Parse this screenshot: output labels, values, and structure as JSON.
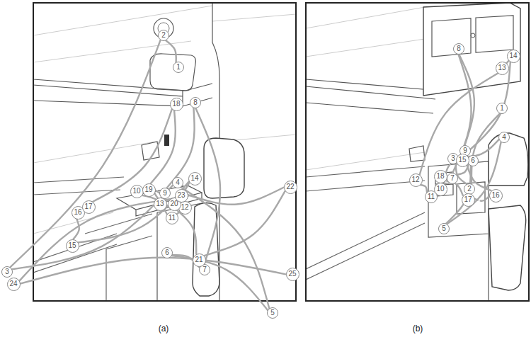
{
  "diagram": {
    "nodes": [
      {
        "text": [
          "1"
        ]
      },
      {
        "text": [
          "2"
        ]
      },
      {
        "text": [
          "3"
        ]
      },
      {
        "text": [
          "4"
        ]
      },
      {
        "text": [
          "5"
        ]
      },
      {
        "text": [
          "6"
        ]
      },
      {
        "text": [
          "7"
        ]
      },
      {
        "text": [
          "8"
        ]
      },
      {
        "text": [
          "9"
        ]
      },
      {
        "text": [
          "10"
        ]
      },
      {
        "text": [
          "11"
        ]
      },
      {
        "text": [
          "12"
        ]
      },
      {
        "text": [
          "13"
        ]
      },
      {
        "text": [
          "14"
        ]
      },
      {
        "text": [
          "15"
        ]
      },
      {
        "text": [
          "16"
        ]
      },
      {
        "text": [
          "17"
        ]
      },
      {
        "text": [
          "18"
        ]
      },
      {
        "text": [
          "19"
        ]
      },
      {
        "text": [
          "20"
        ]
      },
      {
        "text": [
          "21"
        ]
      },
      {
        "text": [
          "22"
        ]
      },
      {
        "text": [
          "23"
        ]
      },
      {
        "text": [
          "24"
        ]
      },
      {
        "text": [
          "25"
        ]
      },
      {
        "text": [
          "1"
        ]
      },
      {
        "text": [
          "2"
        ]
      },
      {
        "text": [
          "3"
        ]
      },
      {
        "text": [
          "4"
        ]
      },
      {
        "text": [
          "5"
        ]
      },
      {
        "text": [
          "6"
        ]
      },
      {
        "text": [
          "7"
        ]
      },
      {
        "text": [
          "8"
        ]
      },
      {
        "text": [
          "9"
        ]
      },
      {
        "text": [
          "10"
        ]
      },
      {
        "text": [
          "11"
        ]
      },
      {
        "text": [
          "12"
        ]
      },
      {
        "text": [
          "13"
        ]
      },
      {
        "text": [
          "14"
        ]
      },
      {
        "text": [
          "15"
        ]
      },
      {
        "text": [
          "16"
        ]
      },
      {
        "text": [
          "17"
        ]
      },
      {
        "text": [
          "18"
        ]
      }
    ],
    "edges": [
      {
        "from": 0,
        "to": 1,
        "arrow": "none"
      },
      {
        "from": 1,
        "to": 2,
        "arrow": "none"
      },
      {
        "from": 2,
        "to": 3,
        "arrow": "none"
      },
      {
        "from": 3,
        "to": 4,
        "arrow": "none"
      },
      {
        "from": 4,
        "to": 5,
        "arrow": "none"
      },
      {
        "from": 5,
        "to": 6,
        "arrow": "none"
      },
      {
        "from": 6,
        "to": 7,
        "arrow": "none"
      },
      {
        "from": 7,
        "to": 8,
        "arrow": "none"
      },
      {
        "from": 8,
        "to": 9,
        "arrow": "none"
      },
      {
        "from": 9,
        "to": 10,
        "arrow": "none"
      },
      {
        "from": 10,
        "to": 11,
        "arrow": "none"
      },
      {
        "from": 11,
        "to": 12,
        "arrow": "none"
      },
      {
        "from": 12,
        "to": 13,
        "arrow": "none"
      },
      {
        "from": 13,
        "to": 14,
        "arrow": "none"
      },
      {
        "from": 14,
        "to": 15,
        "arrow": "none"
      },
      {
        "from": 15,
        "to": 16,
        "arrow": "none"
      },
      {
        "from": 16,
        "to": 17,
        "arrow": "none"
      },
      {
        "from": 17,
        "to": 18,
        "arrow": "none"
      },
      {
        "from": 18,
        "to": 19,
        "arrow": "none"
      },
      {
        "from": 19,
        "to": 20,
        "arrow": "none"
      },
      {
        "from": 20,
        "to": 21,
        "arrow": "none"
      },
      {
        "from": 21,
        "to": 22,
        "arrow": "none"
      },
      {
        "from": 22,
        "to": 23,
        "arrow": "none"
      },
      {
        "from": 23,
        "to": 24,
        "arrow": "none"
      },
      {
        "from": 25,
        "to": 26,
        "arrow": "none"
      },
      {
        "from": 26,
        "to": 27,
        "arrow": "none"
      },
      {
        "from": 27,
        "to": 28,
        "arrow": "none"
      },
      {
        "from": 28,
        "to": 29,
        "arrow": "none"
      },
      {
        "from": 29,
        "to": 30,
        "arrow": "none"
      },
      {
        "from": 30,
        "to": 31,
        "arrow": "none"
      },
      {
        "from": 31,
        "to": 32,
        "arrow": "none"
      },
      {
        "from": 32,
        "to": 33,
        "arrow": "none"
      },
      {
        "from": 33,
        "to": 34,
        "arrow": "none"
      },
      {
        "from": 34,
        "to": 35,
        "arrow": "none"
      },
      {
        "from": 35,
        "to": 36,
        "arrow": "none"
      },
      {
        "from": 36,
        "to": 37,
        "arrow": "none"
      },
      {
        "from": 37,
        "to": 38,
        "arrow": "none"
      },
      {
        "from": 38,
        "to": 39,
        "arrow": "none"
      },
      {
        "from": 39,
        "to": 40,
        "arrow": "none"
      },
      {
        "from": 40,
        "to": 41,
        "arrow": "none"
      },
      {
        "from": 41,
        "to": 42,
        "arrow": "none"
      }
    ],
    "labels": [
      "(a)",
      "(b)"
    ]
  }
}
